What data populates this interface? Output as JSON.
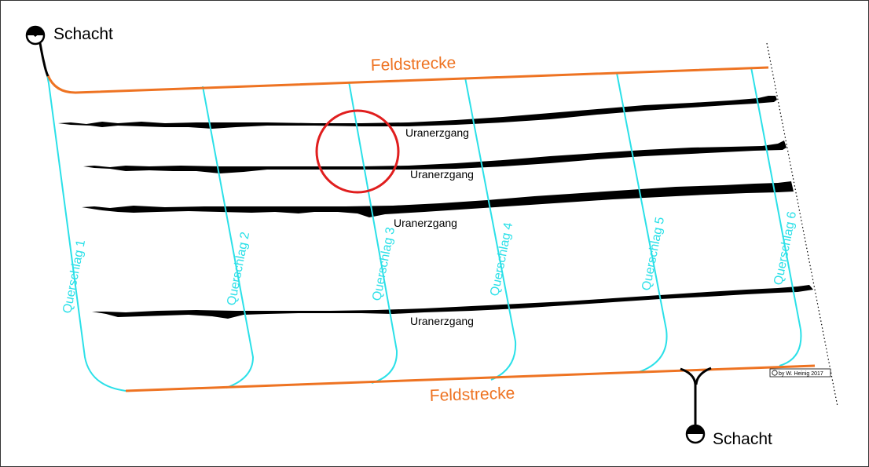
{
  "shafts": [
    "Schacht",
    "Schacht"
  ],
  "drifts": [
    "Feldstrecke",
    "Feldstrecke"
  ],
  "crosscuts": [
    "Querschlag 1",
    "Querschlag 2",
    "Querschlag 3",
    "Querschlag 4",
    "Querschlag 5",
    "Querschlag 6"
  ],
  "veins": [
    "Uranerzgang",
    "Uranerzgang",
    "Uranerzgang",
    "Uranerzgang"
  ],
  "copyright": "by W. Heinig 2017",
  "colors": {
    "drift": "#EE7322",
    "crosscut": "#2BE0E8",
    "vein": "#000000",
    "highlight_circle": "#E01E1E",
    "frame": "#333333",
    "background": "#FFFFFF"
  },
  "icons": {
    "shaft": "shaft-symbol-half-filled-circle",
    "copyright": "copyright-c-icon"
  }
}
